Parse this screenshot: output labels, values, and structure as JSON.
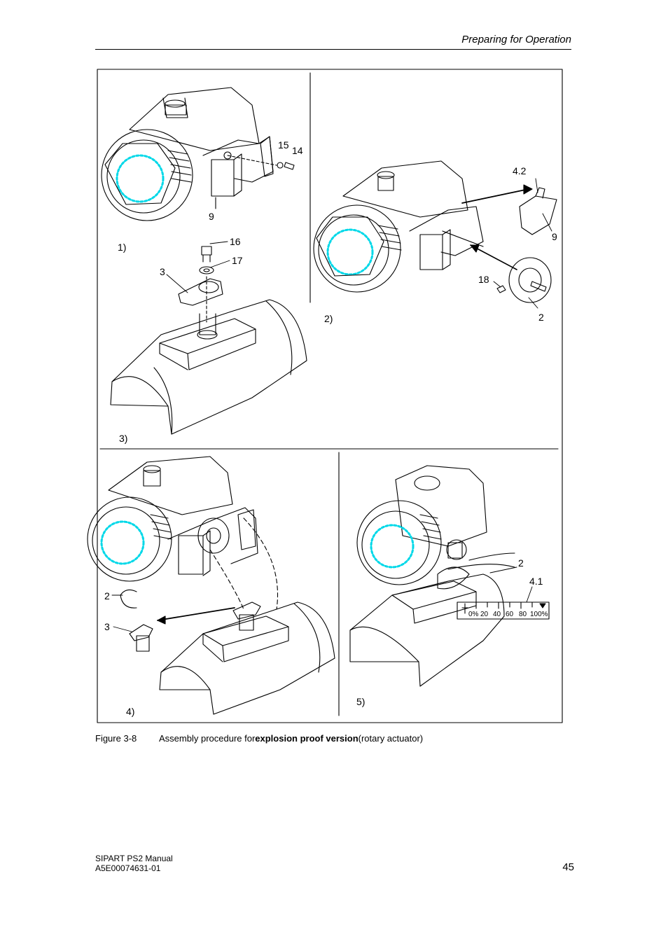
{
  "header": {
    "title": "Preparing for Operation"
  },
  "figure": {
    "step_labels": [
      "1)",
      "2)",
      "3)",
      "4)",
      "5)"
    ],
    "part_labels": {
      "p1": [
        "15",
        "14",
        "9",
        "16",
        "17",
        "3"
      ],
      "p2": [
        "4.2",
        "9",
        "18",
        "2"
      ],
      "p4": [
        "2",
        "3"
      ],
      "p5": [
        "2",
        "4.1"
      ]
    },
    "scale_labels": [
      "0%",
      "20",
      "40",
      "60",
      "80",
      "100%"
    ],
    "colors": {
      "accent": "#00d8e8",
      "ink": "#000000"
    }
  },
  "caption": {
    "number": "Figure 3-8",
    "text_before": "Assembly procedure for",
    "text_bold": "explosion proof version",
    "text_after": "(rotary actuator)"
  },
  "footer": {
    "manual": "SIPART PS2  Manual",
    "order_no": "A5E00074631-01",
    "page": "45"
  }
}
